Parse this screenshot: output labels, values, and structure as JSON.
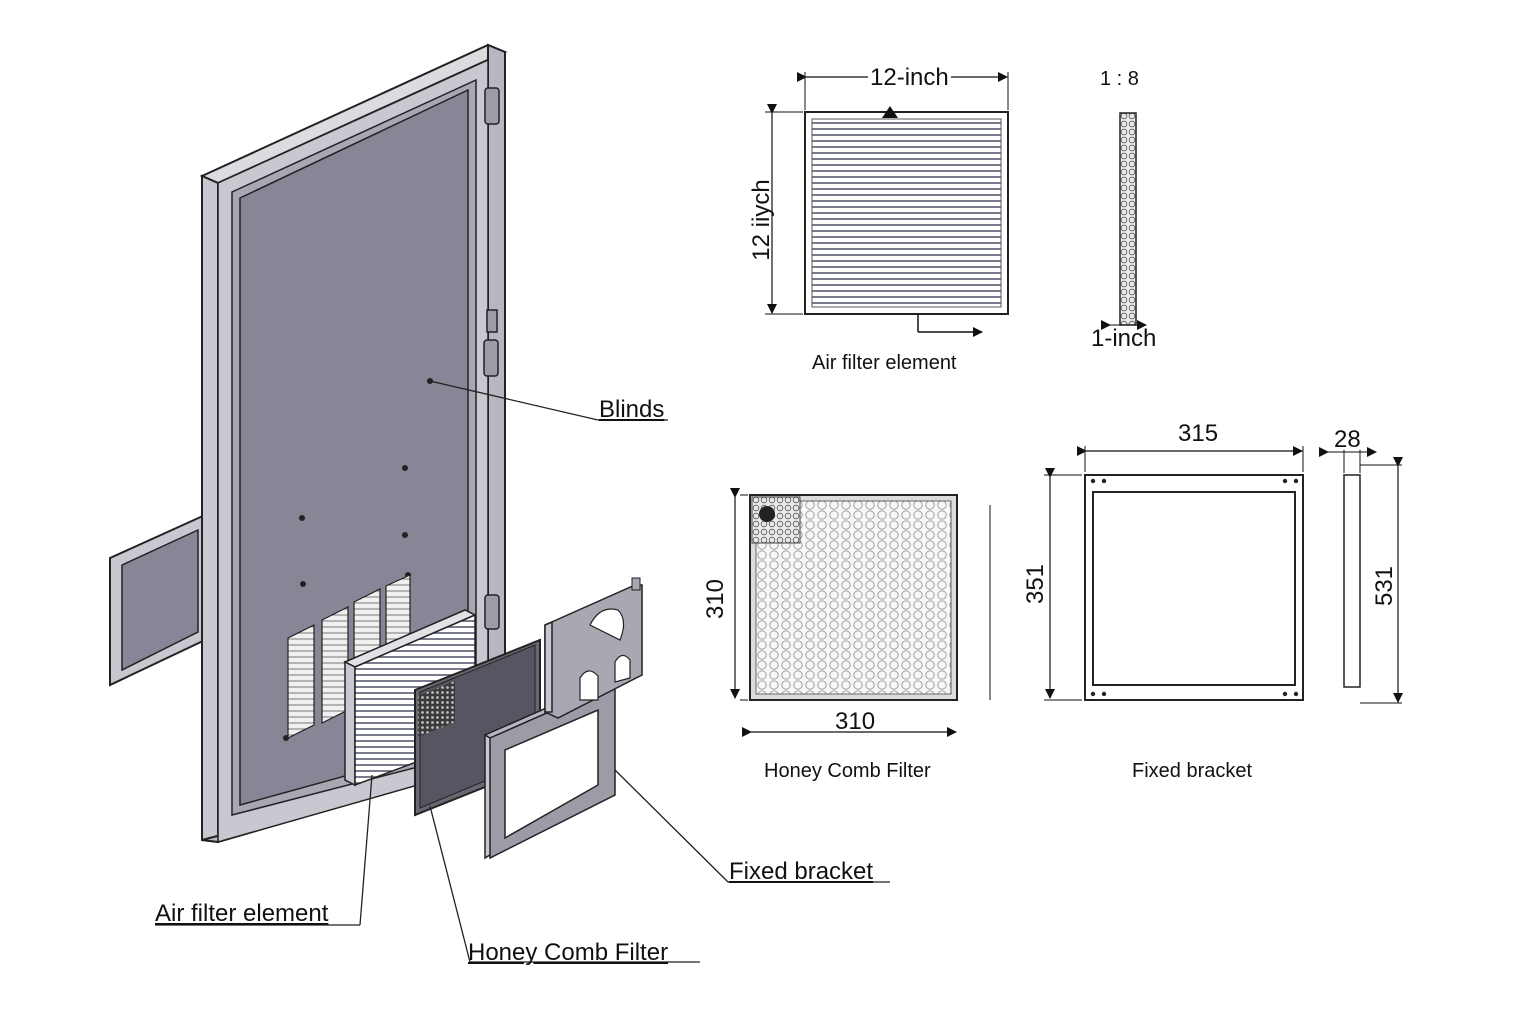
{
  "callouts": {
    "blinds": "Blinds",
    "air_filter": "Air filter element",
    "honeycomb": "Honey Comb Filter",
    "bracket": "Fixed bracket"
  },
  "air_filter_view": {
    "width_label": "12-inch",
    "height_label": "12 iiych",
    "caption": "Air filter element"
  },
  "side_view": {
    "scale": "1 : 8",
    "thickness_label": "1-inch"
  },
  "honeycomb_view": {
    "height_label": "310",
    "width_label": "310",
    "caption": "Honey Comb Filter"
  },
  "bracket_view": {
    "width_label": "315",
    "height_label": "351",
    "caption": "Fixed bracket"
  },
  "bracket_side_view": {
    "thickness_label": "28",
    "height_label": "531"
  },
  "colors": {
    "panel": "#8a8596",
    "frame": "#c9c7cf",
    "stroke": "#222222",
    "mesh_bg": "#f2f2f2"
  }
}
